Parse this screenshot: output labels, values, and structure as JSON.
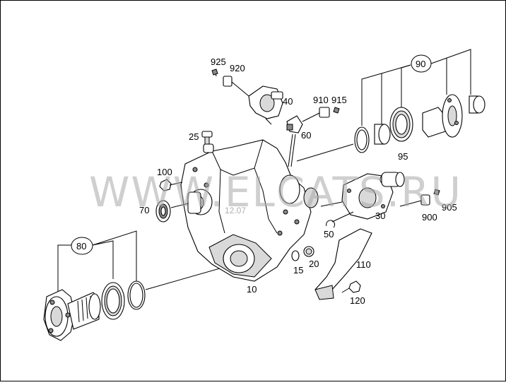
{
  "diagram": {
    "callouts": {
      "housing": "10",
      "seal_ring": "15",
      "plug": "20",
      "breather": "25",
      "actuator_motor": "30",
      "sensor": "40",
      "circlip": "50",
      "connector_clip": "60",
      "shaft_seal": "70",
      "rear_flange_kit": "80",
      "front_flange_kit": "90",
      "flange_seal": "95",
      "bolt_100": "100",
      "bracket": "110",
      "bolt_120": "120",
      "rivet_900": "900",
      "pin_905": "905",
      "rivet_910": "910",
      "pin_915": "915",
      "pin_920": "920",
      "rivet_925": "925"
    },
    "watermark": {
      "text": "WWW.ELCATS.RU",
      "date": "12.07"
    }
  }
}
